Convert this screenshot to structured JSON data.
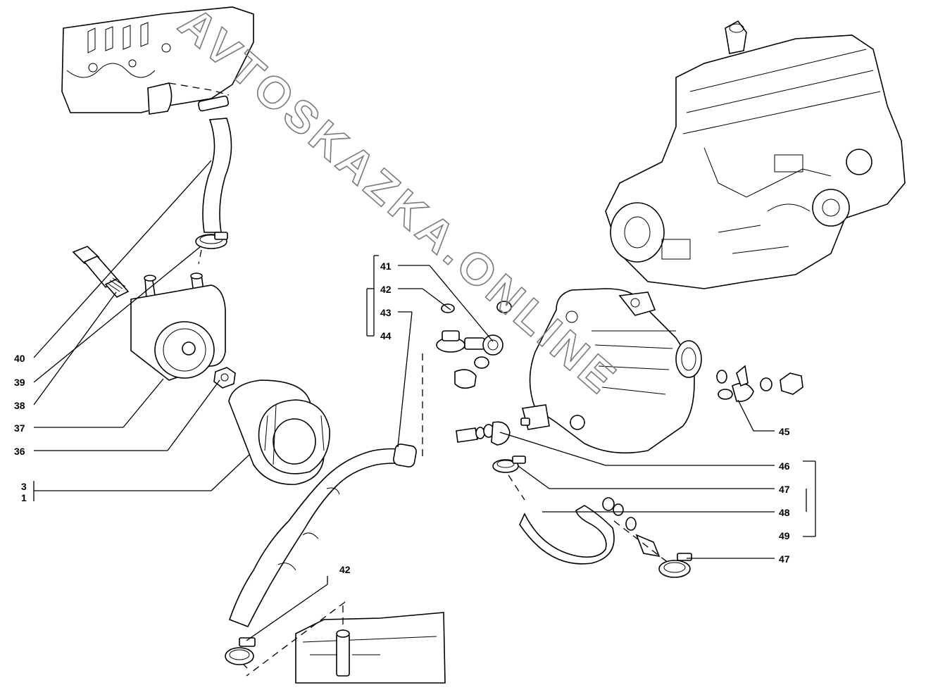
{
  "watermark": "AVTOSKAZKA.ONLINE",
  "callouts": {
    "c40": "40",
    "c39": "39",
    "c38": "38",
    "c37": "37",
    "c36": "36",
    "c3": "3",
    "c1": "1",
    "c41": "41",
    "c42a": "42",
    "c43": "43",
    "c44": "44",
    "c42b": "42",
    "c45": "45",
    "c46": "46",
    "c47a": "47",
    "c48": "48",
    "c49": "49",
    "c47b": "47"
  },
  "colors": {
    "ink": "#000000",
    "paper": "#ffffff",
    "watermark": "#7a7a7a"
  }
}
